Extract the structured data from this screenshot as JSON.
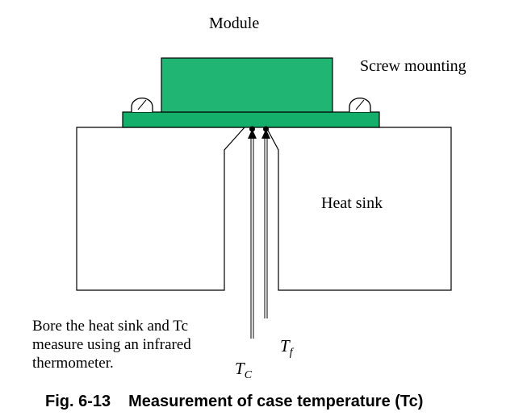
{
  "diagram": {
    "labels": {
      "module": "Module",
      "screw_mounting": "Screw mounting",
      "heat_sink": "Heat sink"
    },
    "note_lines": [
      "Bore the heat sink and Tc",
      "measure using an infrared",
      "thermometer."
    ],
    "symbols": {
      "tc_main": "T",
      "tc_sub": "C",
      "tf_main": "T",
      "tf_sub": "f"
    },
    "caption": {
      "number": "Fig. 6-13",
      "text": "Measurement of case temperature (Tc)"
    },
    "colors": {
      "module_fill": "#20b573",
      "module_base_fill": "#14b06b",
      "outline": "#000000"
    }
  }
}
